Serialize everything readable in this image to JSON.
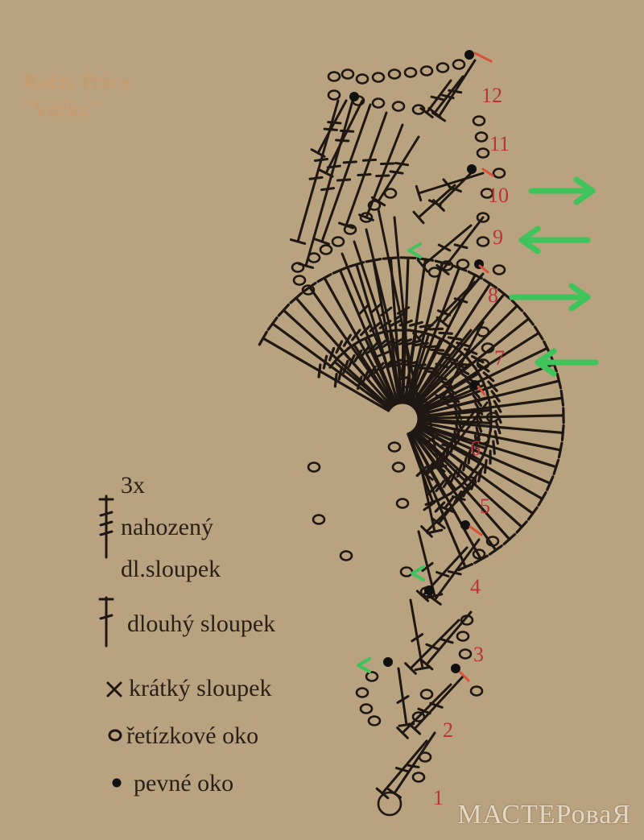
{
  "title": {
    "line1": "Ruční Práce",
    "line2": "\"Vážka\"",
    "line3": ""
  },
  "legend": {
    "triple_treble": {
      "line1": "3x",
      "line2": "nahozený",
      "line3": "dl.sloupek"
    },
    "double_crochet": "dlouhý sloupek",
    "single_crochet": "krátký sloupek",
    "chain_stitch": "řetízkové oko",
    "slip_stitch": "pevné oko"
  },
  "row_numbers": [
    "1",
    "2",
    "3",
    "4",
    "5",
    "6",
    "7",
    "8",
    "9",
    "10",
    "11",
    "12"
  ],
  "direction_arrows": [
    {
      "row": "10",
      "direction": "right"
    },
    {
      "row": "9",
      "direction": "left"
    },
    {
      "row": "8",
      "direction": "right"
    },
    {
      "row": "7",
      "direction": "left"
    }
  ],
  "colors": {
    "background": "#b9a27f",
    "ink": "#1e1712",
    "row_numbers": "#b8333b",
    "arrows": "#3fc35b",
    "row_start_marks": "#d8503a"
  },
  "watermark": "МАСТЕРоваЯ"
}
